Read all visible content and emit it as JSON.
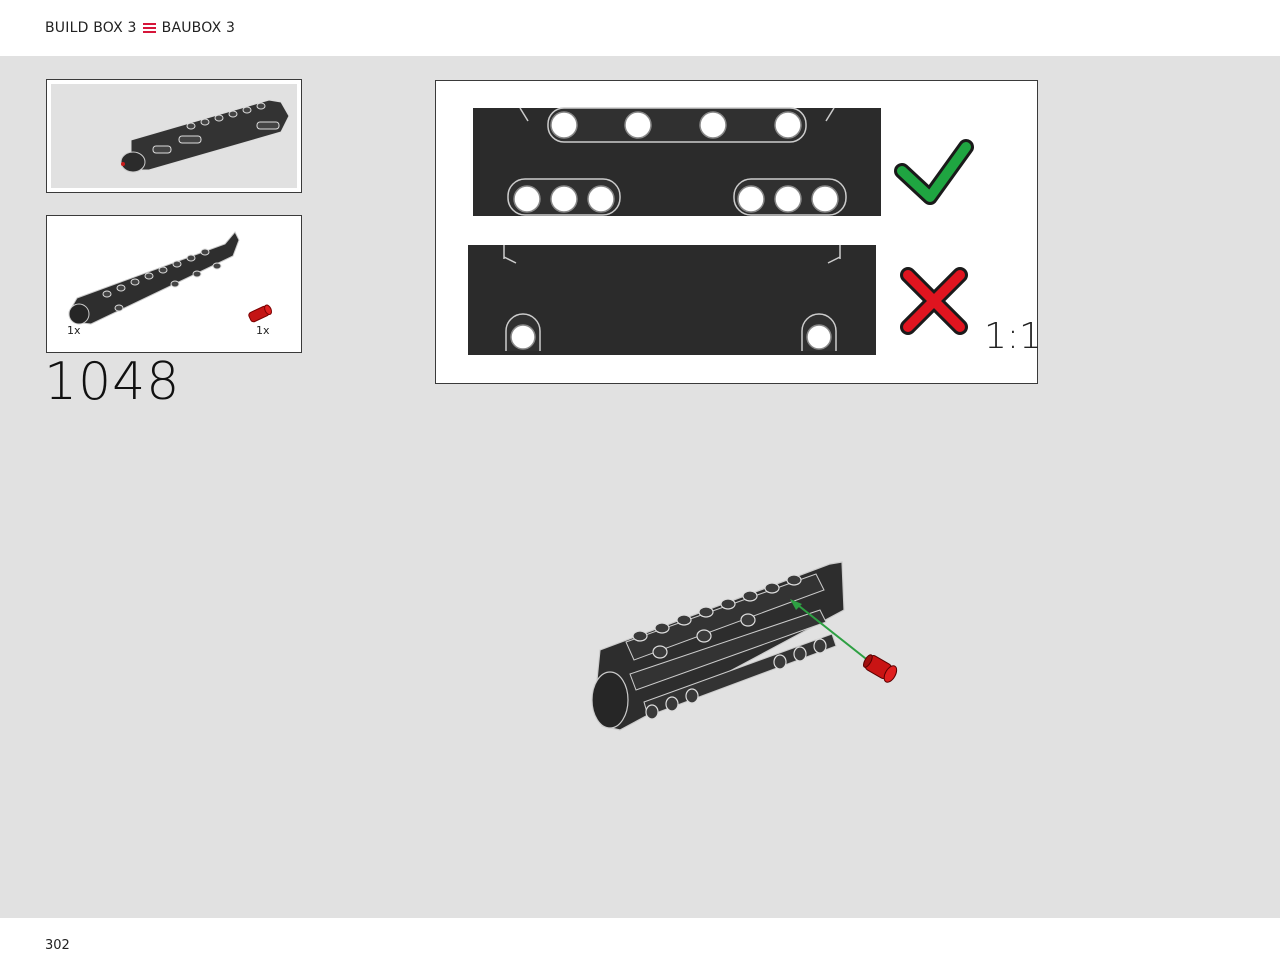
{
  "header": {
    "build_box_en": "BUILD BOX 3",
    "build_box_de": "BAUBOX 3",
    "menu_icon": "menu-icon",
    "accent_color": "#d6163a"
  },
  "parts_list": {
    "items": [
      {
        "qty": "1x",
        "part": "black-beam-assembly"
      },
      {
        "qty": "1x",
        "part": "red-connector-pin"
      }
    ]
  },
  "step": {
    "number": "1048"
  },
  "callout": {
    "correct_icon": "check-icon",
    "wrong_icon": "cross-icon",
    "scale": "1:1"
  },
  "footer": {
    "page_number": "302"
  }
}
